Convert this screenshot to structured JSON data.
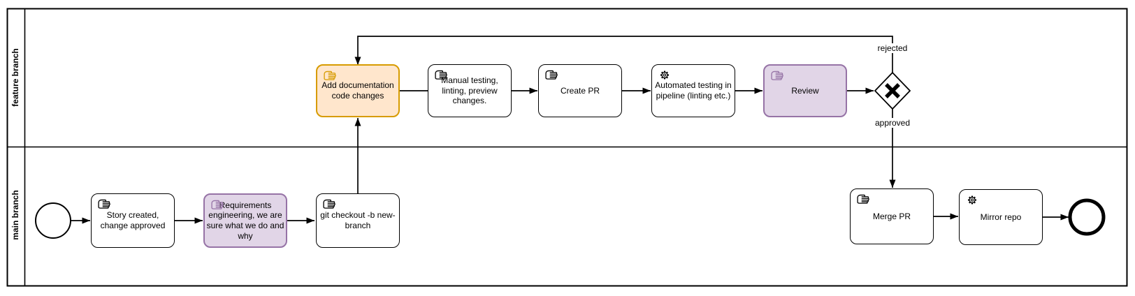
{
  "lanes": [
    {
      "label": "feature branch"
    },
    {
      "label": "main branch"
    }
  ],
  "tasks": [
    {
      "id": "add-documentation",
      "label": "Add documentation code changes",
      "icon": "manual-task-icon",
      "color": "orange",
      "lane": "feature branch"
    },
    {
      "id": "manual-testing",
      "label": "Manual testing, linting, preview changes.",
      "icon": "manual-task-icon",
      "color": "white",
      "lane": "feature branch"
    },
    {
      "id": "create-pr",
      "label": "Create PR",
      "icon": "manual-task-icon",
      "color": "white",
      "lane": "feature branch"
    },
    {
      "id": "automated-testing",
      "label": "Automated testing in pipeline (linting etc.)",
      "icon": "service-task-icon",
      "color": "white",
      "lane": "feature branch"
    },
    {
      "id": "review",
      "label": "Review",
      "icon": "manual-task-icon",
      "color": "purple",
      "lane": "feature branch"
    },
    {
      "id": "story-created",
      "label": "Story created, change approved",
      "icon": "manual-task-icon",
      "color": "white",
      "lane": "main branch"
    },
    {
      "id": "requirements",
      "label": "Requirements engineering, we are sure what we do and why",
      "icon": "manual-task-icon",
      "color": "purple",
      "lane": "main branch"
    },
    {
      "id": "git-checkout",
      "label": "git checkout -b new-branch",
      "icon": "manual-task-icon",
      "color": "white",
      "lane": "main branch"
    },
    {
      "id": "merge-pr",
      "label": "Merge PR",
      "icon": "manual-task-icon",
      "color": "white",
      "lane": "main branch"
    },
    {
      "id": "mirror-repo",
      "label": "Mirror repo",
      "icon": "service-task-icon",
      "color": "white",
      "lane": "main branch"
    }
  ],
  "gateway": {
    "id": "review-decision",
    "type": "exclusive-gateway",
    "symbol": "X",
    "lane": "feature branch"
  },
  "events": [
    {
      "id": "start-event",
      "type": "start",
      "lane": "main branch"
    },
    {
      "id": "end-event",
      "type": "end",
      "lane": "main branch"
    }
  ],
  "edge_labels": {
    "rejected": "rejected",
    "approved": "approved"
  },
  "colors": {
    "line_color": "#000000",
    "orange_fill": "#FFE6CC",
    "orange_stroke": "#D79B00",
    "purple_fill": "#E1D5E7",
    "purple_stroke": "#9673A6",
    "task_fill": "#FFFFFF"
  }
}
